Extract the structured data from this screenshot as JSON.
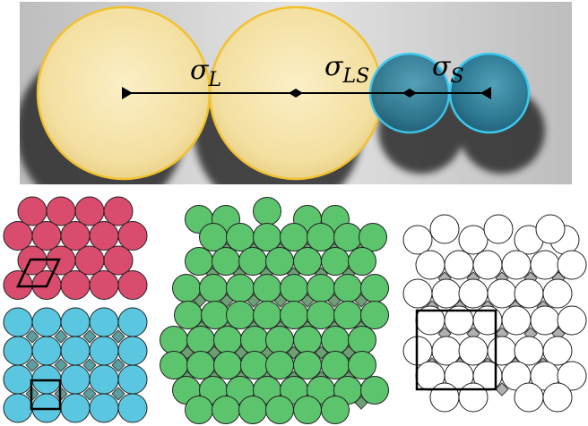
{
  "labels": {
    "large": {
      "symbol": "σ",
      "sub": "L"
    },
    "mixed": {
      "symbol": "σ",
      "sub": "LS"
    },
    "small": {
      "symbol": "σ",
      "sub": "S"
    }
  },
  "colors": {
    "large_fill": "#f5e3a8",
    "large_stroke": "#f2c12e",
    "small_fill": "#2e7f97",
    "small_stroke": "#3cc9f0",
    "red": "#d94c6d",
    "blue": "#5bc6e0",
    "green": "#5dc46e",
    "white": "#ffffff",
    "void_blue": "#5d9ea0",
    "void_green": "#6e9e74",
    "void_white": "#b0b0b0"
  }
}
